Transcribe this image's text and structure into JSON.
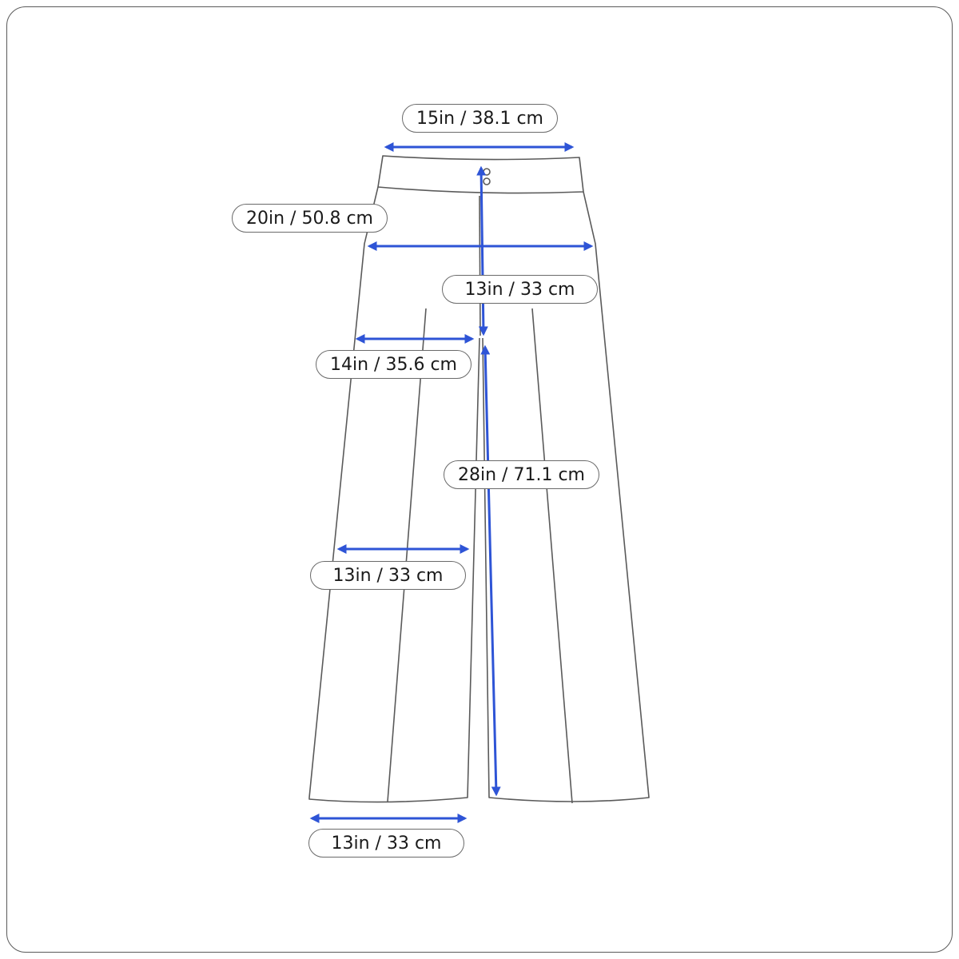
{
  "colors": {
    "outline": "#5a5a5a",
    "arrow": "#2e54d6"
  },
  "measurements": {
    "waist": "15in / 38.1 cm",
    "hip": "20in / 50.8 cm",
    "front_rise": "13in / 33 cm",
    "thigh": "14in / 35.6 cm",
    "inseam": "28in / 71.1 cm",
    "knee": "13in / 33 cm",
    "leg_opening": "13in / 33 cm"
  }
}
